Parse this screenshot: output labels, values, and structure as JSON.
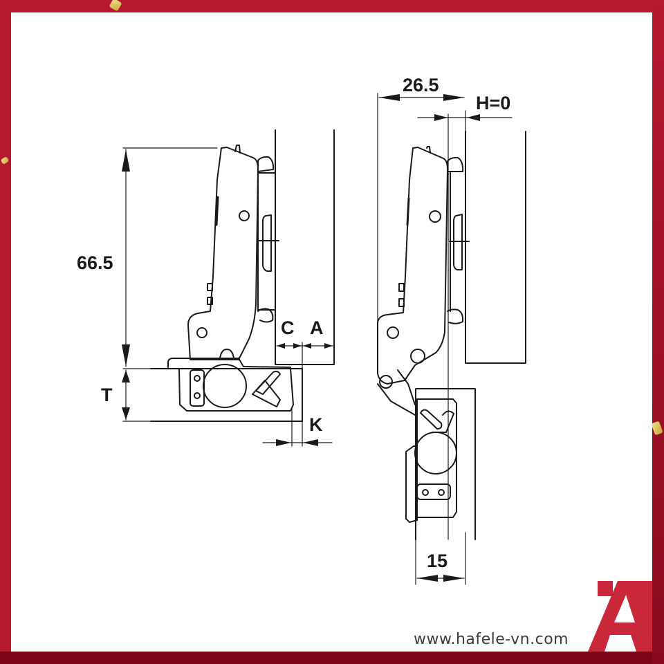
{
  "image": {
    "title": "Concealed cabinet hinge dimension drawing",
    "colors": {
      "frame_red": "#b5182f",
      "band_dark_red": "#7e0516",
      "logo_red": "#c9283a",
      "line": "#1a1a1a"
    }
  },
  "left_view": {
    "dimensions": {
      "height_label": "66.5",
      "thickness_label": "T",
      "c_label": "C",
      "a_label": "A",
      "k_label": "K"
    }
  },
  "right_view": {
    "dimensions": {
      "width_label": "26.5",
      "overlay_label": "H=0",
      "door_label": "15"
    }
  },
  "footer": {
    "website": "www.hafele-vn.com",
    "logo_icon": "hafele-logo-icon"
  }
}
